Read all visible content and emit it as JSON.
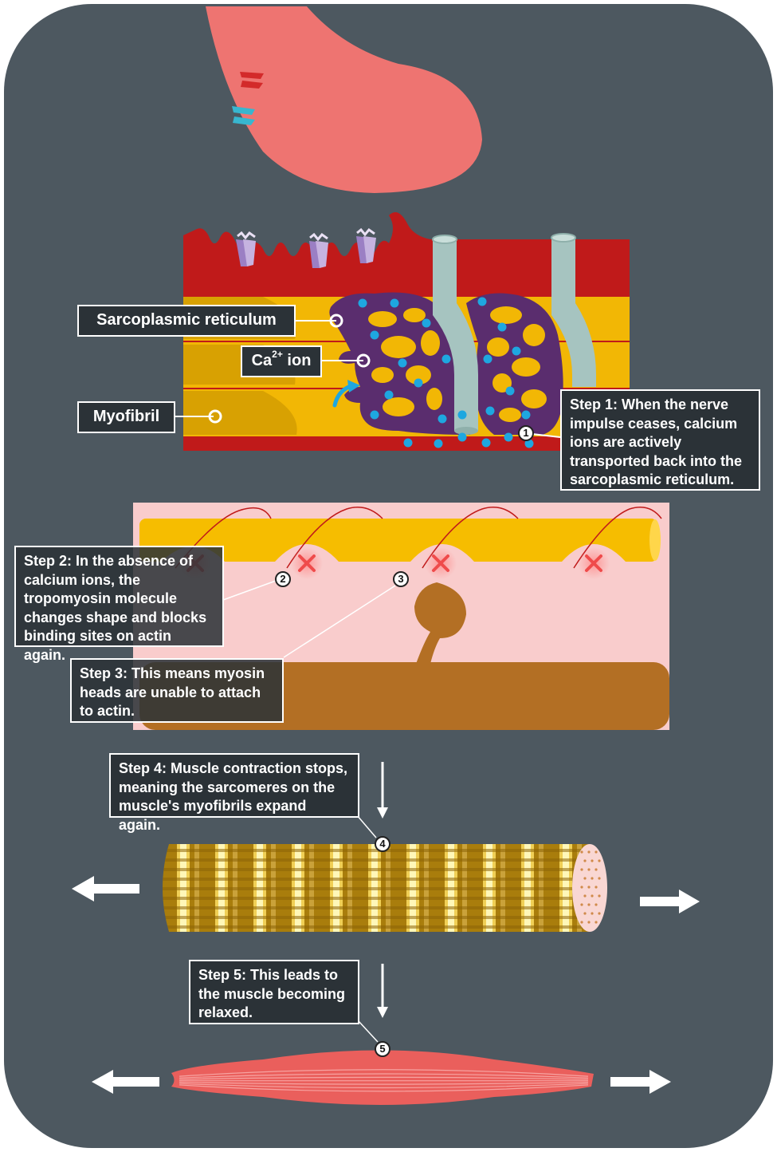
{
  "colors": {
    "background_panel": "#4d5860",
    "nerve_terminal": "#ee7471",
    "sarcolemma": "#c01a1a",
    "myofibril": "#f2b705",
    "reticulum": "#5a2d6e",
    "t_tubule": "#a6c4c0",
    "calcium_ion": "#1ea7e0",
    "sarcomere_bg": "#f9cccc",
    "actin": "#f6bd00",
    "myosin": "#b36f24",
    "muscle": "#ea5f5c"
  },
  "labels": {
    "sarcoplasmic_reticulum": "Sarcoplasmic reticulum",
    "ca_ion_prefix": "Ca",
    "ca_ion_superscript": "2+",
    "ca_ion_suffix": " ion",
    "myofibril": "Myofibril"
  },
  "steps": [
    {
      "number": "1",
      "text": "Step 1: When the nerve impulse ceases, calcium ions are actively transported back into the sarcoplasmic reticulum."
    },
    {
      "number": "2",
      "text": "Step 2: In the absence of calcium ions, the tropomyosin molecule changes shape and blocks binding sites on actin again."
    },
    {
      "number": "3",
      "text": "Step 3: This means myosin heads are unable to attach to actin."
    },
    {
      "number": "4",
      "text": "Step 4: Muscle contraction stops, meaning the sarcomeres on the muscle's myofibrils expand again."
    },
    {
      "number": "5",
      "text": "Step 5: This leads to the muscle becoming relaxed."
    }
  ],
  "icons": [
    "arrow-left-icon",
    "arrow-right-icon",
    "arrow-down-icon",
    "blocked-site-x-icon"
  ]
}
